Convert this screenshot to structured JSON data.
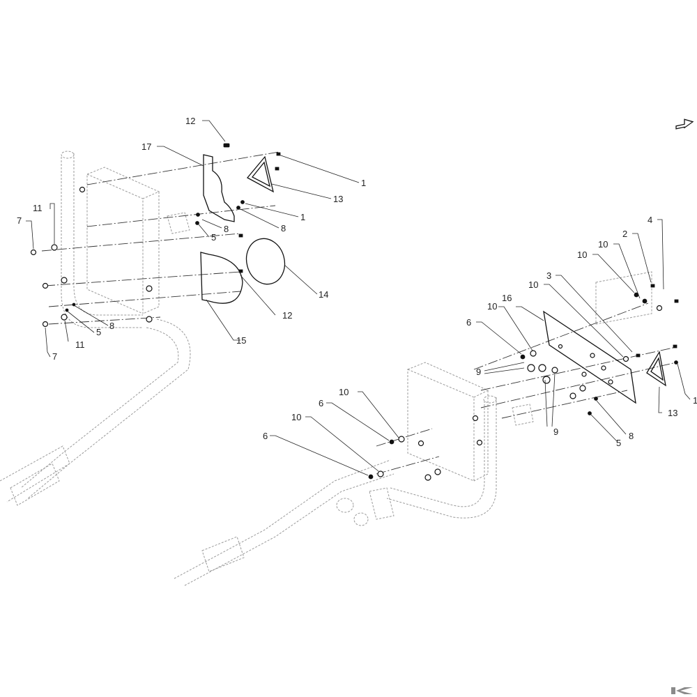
{
  "callouts": [
    {
      "id": "c12a",
      "text": "12"
    },
    {
      "id": "c17",
      "text": "17"
    },
    {
      "id": "c1a",
      "text": "1"
    },
    {
      "id": "c13a",
      "text": "13"
    },
    {
      "id": "c11a",
      "text": "11"
    },
    {
      "id": "c7a",
      "text": "7"
    },
    {
      "id": "c8a",
      "text": "8"
    },
    {
      "id": "c1b",
      "text": "1"
    },
    {
      "id": "c8b",
      "text": "8"
    },
    {
      "id": "c5a",
      "text": "5"
    },
    {
      "id": "c14",
      "text": "14"
    },
    {
      "id": "c12b",
      "text": "12"
    },
    {
      "id": "c8c",
      "text": "8"
    },
    {
      "id": "c5b",
      "text": "5"
    },
    {
      "id": "c11b",
      "text": "11"
    },
    {
      "id": "c7b",
      "text": "7"
    },
    {
      "id": "c15",
      "text": "15"
    },
    {
      "id": "c4",
      "text": "4"
    },
    {
      "id": "c2",
      "text": "2"
    },
    {
      "id": "c10a",
      "text": "10"
    },
    {
      "id": "c10b",
      "text": "10"
    },
    {
      "id": "c3",
      "text": "3"
    },
    {
      "id": "c10c",
      "text": "10"
    },
    {
      "id": "c16",
      "text": "16"
    },
    {
      "id": "c10d",
      "text": "10"
    },
    {
      "id": "c6a",
      "text": "6"
    },
    {
      "id": "c9a",
      "text": "9"
    },
    {
      "id": "c1c",
      "text": "1"
    },
    {
      "id": "c13b",
      "text": "13"
    },
    {
      "id": "c9b",
      "text": "9"
    },
    {
      "id": "c8d",
      "text": "8"
    },
    {
      "id": "c5c",
      "text": "5"
    },
    {
      "id": "c10e",
      "text": "10"
    },
    {
      "id": "c6b",
      "text": "6"
    },
    {
      "id": "c10f",
      "text": "10"
    },
    {
      "id": "c6c",
      "text": "6"
    }
  ],
  "icons": {
    "orientation_arrow": "arrow-icon",
    "logo": "kramp-logo-icon"
  },
  "colors": {
    "line": "#111111",
    "ghost": "#9a9a9a",
    "background": "#ffffff"
  }
}
